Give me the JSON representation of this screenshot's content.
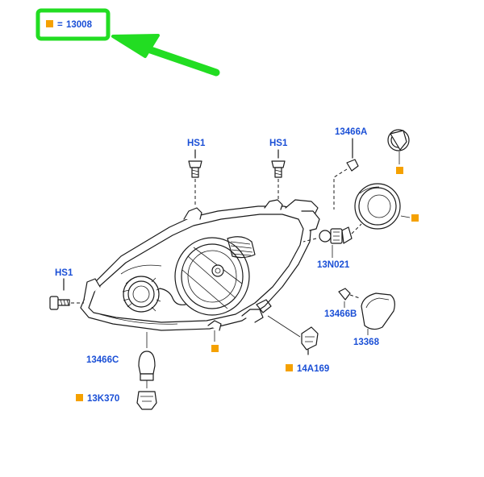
{
  "colors": {
    "label_blue": "#1a4fd6",
    "marker_orange": "#f5a100",
    "highlight_green": "#22dd22",
    "line": "#1a1a1a"
  },
  "legend": {
    "equals": "=",
    "code": "13008"
  },
  "parts": {
    "hs1_top_left": "HS1",
    "hs1_top_right": "HS1",
    "hs1_left": "HS1",
    "p13466A": "13466A",
    "p13N021": "13N021",
    "p13466B": "13466B",
    "p13368": "13368",
    "p13466C": "13466C",
    "p13K370": "13K370",
    "p14A169": "14A169"
  }
}
